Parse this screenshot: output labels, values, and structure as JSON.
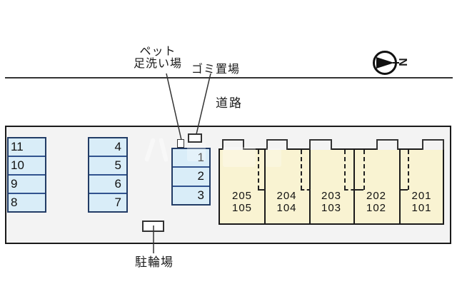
{
  "compass": {
    "letter": "N"
  },
  "labels": {
    "pet_line1": "ペット",
    "pet_line2": "足洗い場",
    "garbage": "ゴミ置場",
    "road": "道路",
    "bicycle": "駐輪場"
  },
  "parking": {
    "left_column": [
      "11",
      "10",
      "9",
      "8"
    ],
    "middle_column": [
      "4",
      "5",
      "6",
      "7"
    ],
    "front_column": [
      "1",
      "2",
      "3"
    ]
  },
  "building": {
    "units": [
      {
        "upper": "205",
        "lower": "105"
      },
      {
        "upper": "204",
        "lower": "104"
      },
      {
        "upper": "203",
        "lower": "103"
      },
      {
        "upper": "202",
        "lower": "102"
      },
      {
        "upper": "201",
        "lower": "101"
      }
    ]
  },
  "colors": {
    "outline": "#1a1a1a",
    "site_fill": "#f3f3f3",
    "parking_fill": "#d9edf8",
    "parking_border": "#223c66",
    "parking_divider": "#31538f",
    "unit_fill": "#f9f3d2"
  }
}
